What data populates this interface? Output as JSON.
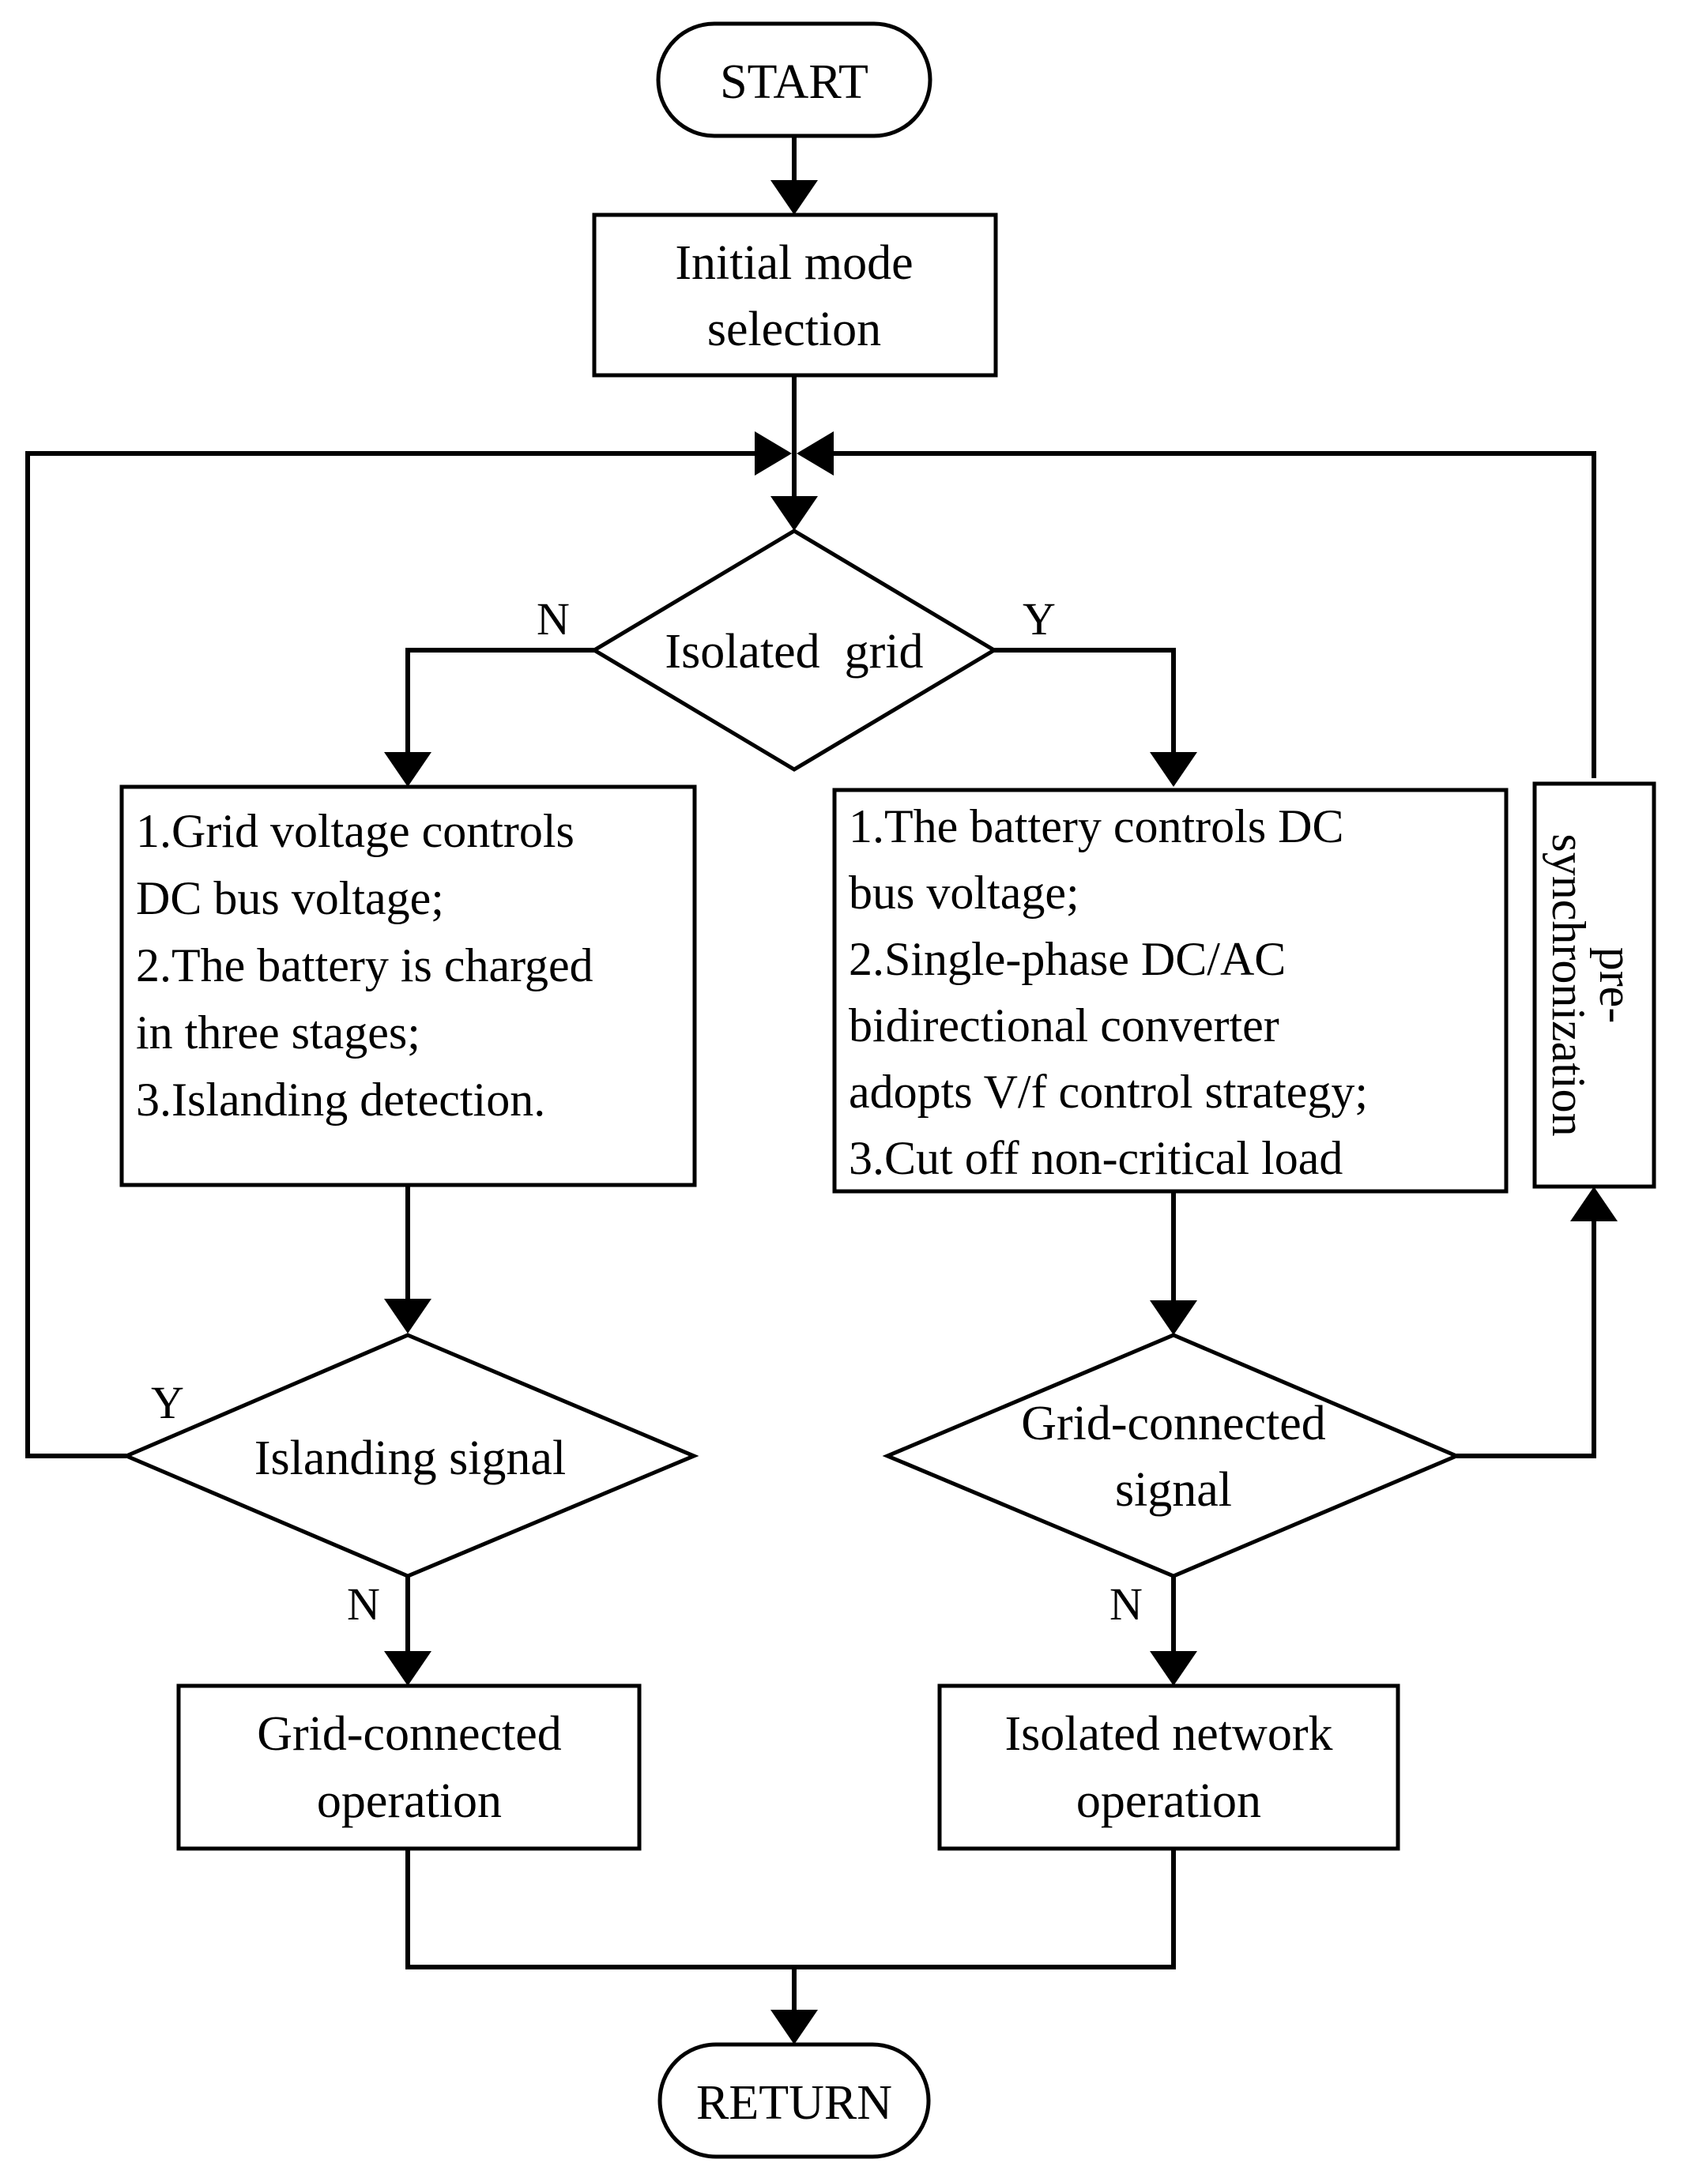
{
  "nodes": {
    "start": "START",
    "initial": [
      "Initial mode",
      "selection"
    ],
    "isolated_grid": "Isolated  grid",
    "left_process": [
      "1.Grid voltage controls",
      "DC bus voltage;",
      "2.The battery is charged",
      "in three stages;",
      "3.Islanding detection."
    ],
    "right_process": [
      "1.The battery controls DC",
      "bus voltage;",
      "2.Single-phase DC/AC",
      "bidirectional converter",
      "adopts V/f control strategy;",
      "3.Cut off non-critical load"
    ],
    "presync": [
      "pre-",
      "synchronization"
    ],
    "islanding_signal": "Islanding signal",
    "grid_connected_signal": [
      "Grid-connected",
      "signal"
    ],
    "grid_connected_operation": [
      "Grid-connected",
      "operation"
    ],
    "isolated_network_operation": [
      "Isolated network",
      "operation"
    ],
    "return": "RETURN"
  },
  "labels": {
    "isolated_n": "N",
    "isolated_y": "Y",
    "islanding_y": "Y",
    "islanding_n": "N",
    "gridsig_n": "N"
  }
}
